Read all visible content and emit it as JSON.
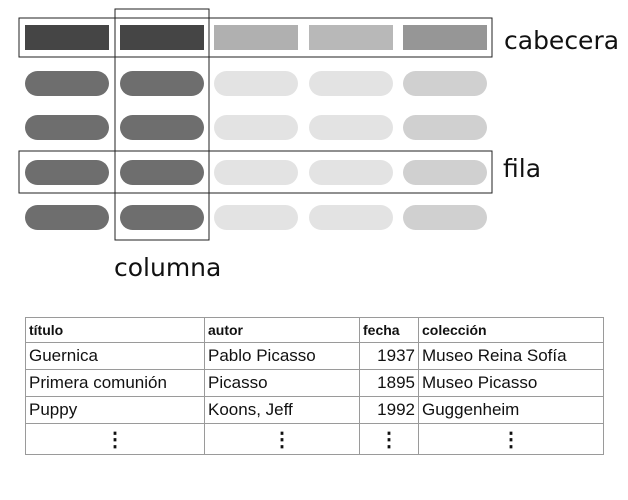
{
  "diagram": {
    "labels": {
      "header": "cabecera",
      "row": "fila",
      "column": "columna"
    },
    "colors": {
      "header_dark": "#454545",
      "header_mid": "#b0b0b0",
      "header_light": "#b8b8b8",
      "header_last": "#969696",
      "pill_dark": "#6e6e6e",
      "pill_light": "#e3e3e3",
      "pill_lighter": "#d0d0d0",
      "frame": "#222222"
    }
  },
  "table": {
    "headers": [
      "título",
      "autor",
      "fecha",
      "colección"
    ],
    "rows": [
      [
        "Guernica",
        "Pablo Picasso",
        "1937",
        "Museo Reina Sofía"
      ],
      [
        "Primera comunión",
        "Picasso",
        "1895",
        "Museo Picasso"
      ],
      [
        "Puppy",
        "Koons, Jeff",
        "1992",
        "Guggenheim"
      ]
    ],
    "ellipsis": [
      "⋮",
      "⋮",
      "⋮",
      "⋮"
    ]
  }
}
